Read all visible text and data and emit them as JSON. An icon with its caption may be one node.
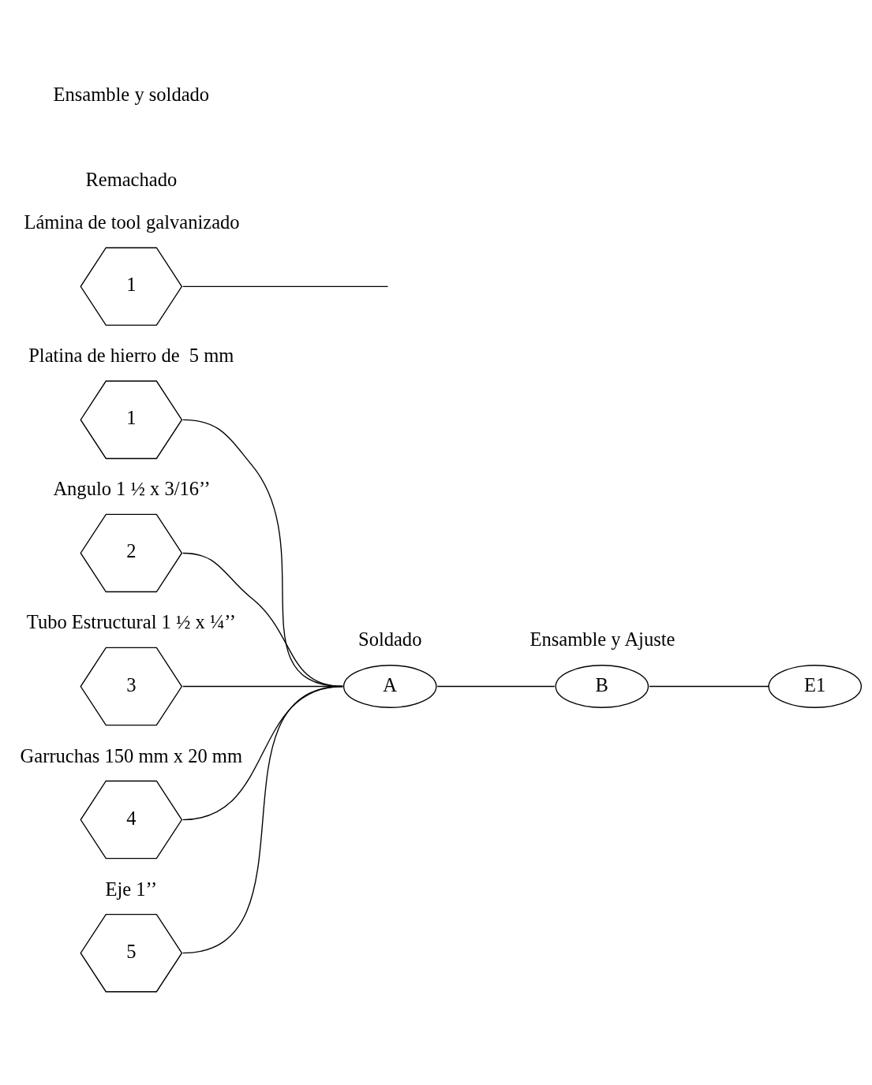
{
  "diagram": {
    "nodes": [
      {
        "text": [
          "1"
        ],
        "beside": [
          "Platina de hierro de  5 mm"
        ]
      },
      {
        "text": [
          "2"
        ],
        "beside": [
          "Angulo 1 ½ x 3/16’’"
        ]
      },
      {
        "text": [
          "3"
        ],
        "beside": [
          "Tubo Estructural 1 ½ x ¼’’"
        ]
      },
      {
        "text": [
          "4"
        ],
        "beside": [
          "Garruchas 150 mm x 20 mm"
        ]
      },
      {
        "text": [
          "5"
        ],
        "beside": [
          "Eje 1’’"
        ]
      },
      {
        "text": [
          "A"
        ],
        "beside": [
          "Soldado"
        ]
      },
      {
        "text": [
          "B"
        ],
        "beside": [
          "Ensamble y Ajuste"
        ]
      },
      {
        "text": [
          "E1"
        ]
      },
      {
        "text": [
          "1"
        ],
        "beside": [
          "Lámina de tool galvanizado"
        ]
      }
    ],
    "edges": [
      {
        "from": 0,
        "to": 5,
        "arrow": "none"
      },
      {
        "from": 1,
        "to": 5,
        "arrow": "none"
      },
      {
        "from": 2,
        "to": 5,
        "arrow": "none"
      },
      {
        "from": 3,
        "to": 5,
        "arrow": "none"
      },
      {
        "from": 4,
        "to": 5,
        "arrow": "none"
      },
      {
        "from": 5,
        "to": 6,
        "arrow": "none"
      },
      {
        "from": 6,
        "to": 7,
        "arrow": "none"
      },
      {
        "from": 8,
        "to": null,
        "arrow": "none"
      }
    ],
    "labels": [
      "Remachado",
      "Ensamble y soldado"
    ]
  }
}
